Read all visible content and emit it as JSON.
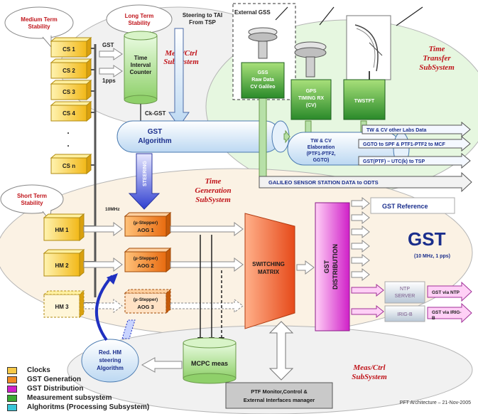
{
  "subsystems": {
    "meas_ctrl_top": "Meas/Ctrl\nSubSystem",
    "time_transfer": "Time\nTransfer\nSubSystem",
    "time_generation": "Time\nGeneration\nSubSystem",
    "meas_ctrl_bottom": "Meas/Ctrl\nSubSystem"
  },
  "callouts": {
    "medium_term": "Medium Term\nStability",
    "long_term": "Long Term\nStability",
    "short_term": "Short Term\nStability"
  },
  "clocks": [
    "CS 1",
    "CS 2",
    "CS 3",
    "CS 4",
    ".",
    ".",
    "CS n"
  ],
  "masers": [
    "HM 1",
    "HM 2",
    "HM 3"
  ],
  "aogs": [
    {
      "stepper": "(µ-Stepper)",
      "name": "AOG 1"
    },
    {
      "stepper": "(µ-Stepper)",
      "name": "AOG 2"
    },
    {
      "stepper": "(µ-Stepper)",
      "name": "AOG 3"
    }
  ],
  "labels": {
    "gst_in": "GST",
    "pps": "1pps",
    "tic": "Time\nInterval\nCounter",
    "ck_gst": "Ck-GST",
    "gst_algorithm": "GST\nAlgorithm",
    "steering_tai": "Steering to TAI\nFrom TSP",
    "steering": "STEERING",
    "mhz10": "10MHz",
    "external_gss": "External GSS",
    "gss_raw": "GSS\nRaw Data\nCV Galileo",
    "gps_rx": "GPS\nTIMING RX\n(CV)",
    "twstft": "TWSTFT",
    "tw_cv_elab": "TW & CV\nElaboration\n(PTF1-PTF2,\nGGTO)",
    "tw_cv_other": "TW & CV other Labs Data",
    "ggto": "GGTO to SPF & PTF1-PTF2  to MCF",
    "gst_utc": "GST(PTF) – UTC(k) to TSP",
    "galileo_sensor": "GALILEO SENSOR STATION DATA to ODTS",
    "switching_matrix": "SWITCHING\nMATRIX",
    "gst_distribution": "GST\nDISTRIBUTION",
    "gst_reference": "GST Reference",
    "gst_big": "GST",
    "gst_sub": "(10 MHz, 1 pps)",
    "ntp_server": "NTP\nSERVER",
    "irig_b": "IRIG-B",
    "gst_via_ntp": "GST via NTP",
    "gst_via_irig": "GST via IRIG-\nB",
    "red_hm": "Red. HM\nsteering\nAlgorithm",
    "mcpc": "MCPC meas",
    "ptf_monitor": "PTF Monitor,Control &\nExternal Interfaces manager"
  },
  "legend": [
    {
      "label": "Clocks",
      "color": "#f7c948"
    },
    {
      "label": "GST Generation",
      "color": "#f08a24"
    },
    {
      "label": "GST Distribution",
      "color": "#d020c8"
    },
    {
      "label": "Measurement subsystem",
      "color": "#3aa832"
    },
    {
      "label": "Alghoritms (Processing Subsystem)",
      "color": "#39c6d8"
    }
  ],
  "footer": "PFT Architecture – 21-Nov-2005"
}
